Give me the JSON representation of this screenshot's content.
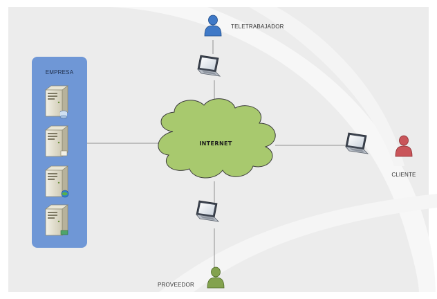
{
  "diagram": {
    "panel_label": "EMPRESA",
    "cloud_label": "INTERNET",
    "nodes": {
      "teletrabajador": "TELETRABAJADOR",
      "cliente": "CLIENTE",
      "proveedor": "PROVEEDOR"
    },
    "colors": {
      "background": "#ececec",
      "panel": "#6f97d6",
      "cloud": "#a8c96e",
      "user_teletrabajador": "#3f79c7",
      "user_cliente": "#c9555a",
      "user_proveedor": "#83a24e"
    },
    "icons": [
      "server-db-icon",
      "server-icon",
      "server-globe-icon",
      "server-net-icon",
      "laptop-icon",
      "user-icon",
      "cloud-icon"
    ]
  }
}
